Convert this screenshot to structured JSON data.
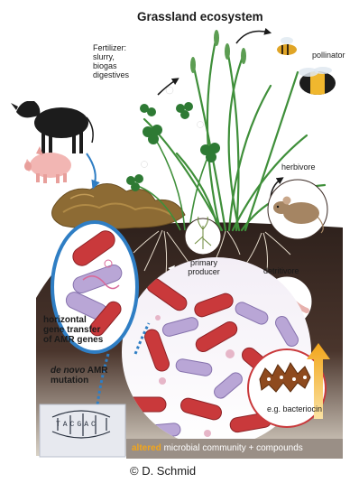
{
  "title": "Grassland ecosystem",
  "labels": {
    "fertilizer": "Fertilizer:\nslurry,\nbiogas\ndigestives",
    "pollinator": "pollinator",
    "herbivore": "herbivore",
    "primary_producer": "primary\nproducer",
    "detritivore": "detritivore",
    "hgt": "horizontal\ngene transfer\nof AMR genes",
    "de_novo_italic": "de novo",
    "de_novo_rest": " AMR\nmutation",
    "bacteriocin": "e.g. bacteriocin",
    "altered": "altered",
    "community": " microbial community + compounds",
    "dna_letters": "TACGAC"
  },
  "credit": "© D. Schmid",
  "colors": {
    "soil_dark": "#3b2a24",
    "arrow_blue": "#2f7ec4",
    "grass_green": "#3f8f3a",
    "bacteria_red": "#c9393b",
    "bacteria_lilac": "#b9a6d6",
    "bacteriocin_yellow": "#f2b33a"
  }
}
